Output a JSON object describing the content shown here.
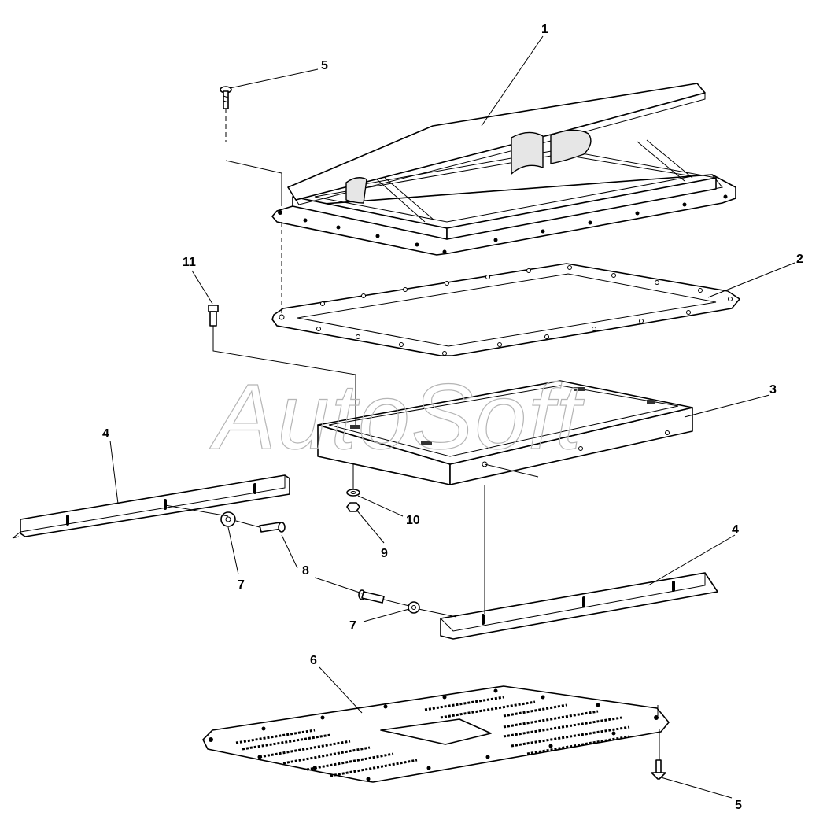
{
  "watermark": "AutoSoft",
  "callouts": {
    "c1": "1",
    "c2": "2",
    "c3": "3",
    "c4_left": "4",
    "c4_right": "4",
    "c5_top": "5",
    "c5_bottom": "5",
    "c6": "6",
    "c7_upper": "7",
    "c7_lower": "7",
    "c8": "8",
    "c9": "9",
    "c10": "10",
    "c11": "11"
  }
}
